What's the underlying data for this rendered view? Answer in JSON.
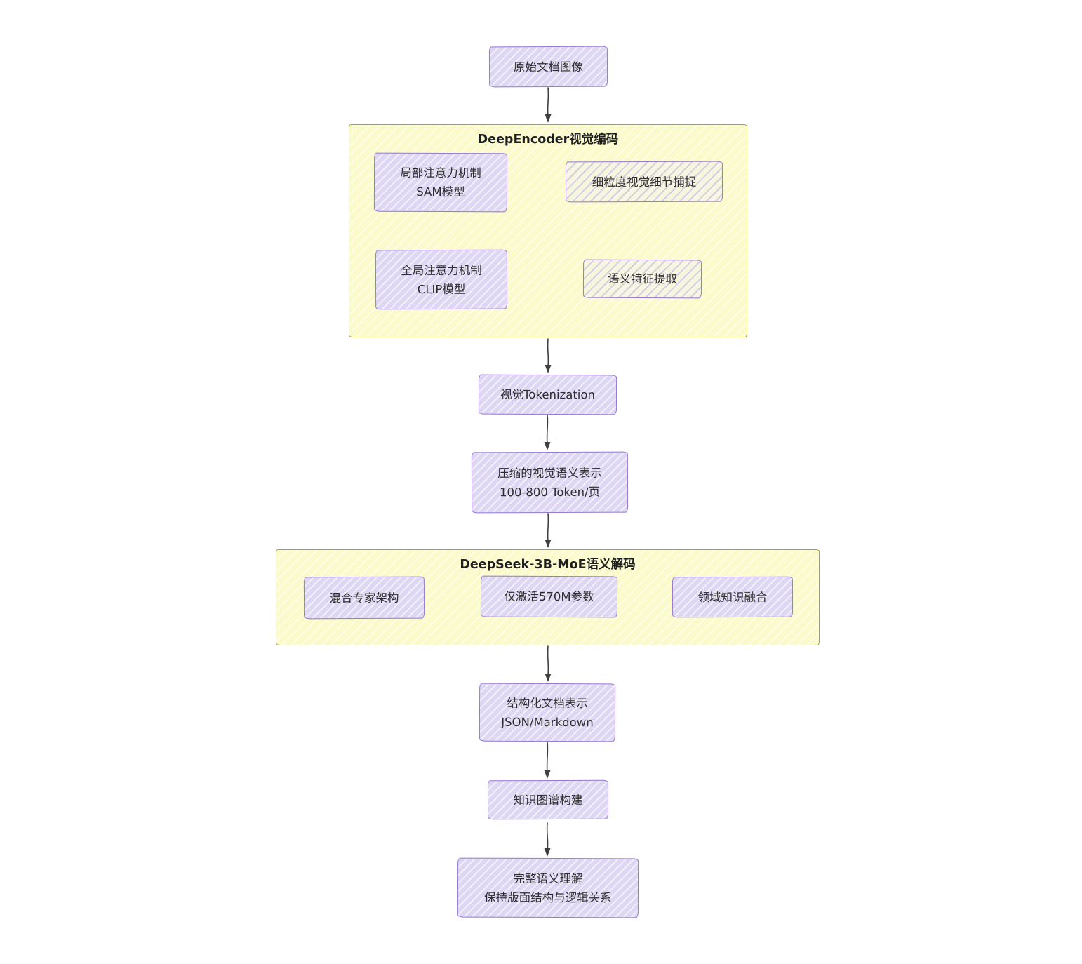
{
  "colors": {
    "node_fill": "#ded7f4",
    "node_border": "#9679d2",
    "container_fill": "#fafacb",
    "container_border": "#a3a33e",
    "arrow": "#3f3f3f",
    "text": "#2d2d2d",
    "title": "#1f1f1f"
  },
  "nodes": {
    "source": {
      "label": "原始文档图像"
    },
    "encoder": {
      "title": "DeepEncoder视觉编码"
    },
    "sam": {
      "line1": "局部注意力机制",
      "line2": "SAM模型"
    },
    "fine_detail": {
      "label": "细粒度视觉细节捕捉"
    },
    "clip": {
      "line1": "全局注意力机制",
      "line2": "CLIP模型"
    },
    "semantic_extract": {
      "label": "语义特征提取"
    },
    "tokenization": {
      "label": "视觉Tokenization"
    },
    "compressed": {
      "line1": "压缩的视觉语义表示",
      "line2": "100-800 Token/页"
    },
    "decoder": {
      "title": "DeepSeek-3B-MoE语义解码"
    },
    "moe": {
      "label": "混合专家架构"
    },
    "active_params": {
      "label": "仅激活570M参数"
    },
    "domain_fusion": {
      "label": "领域知识融合"
    },
    "structured": {
      "line1": "结构化文档表示",
      "line2": "JSON/Markdown"
    },
    "knowledge_graph": {
      "label": "知识图谱构建"
    },
    "final": {
      "line1": "完整语义理解",
      "line2": "保持版面结构与逻辑关系"
    }
  }
}
